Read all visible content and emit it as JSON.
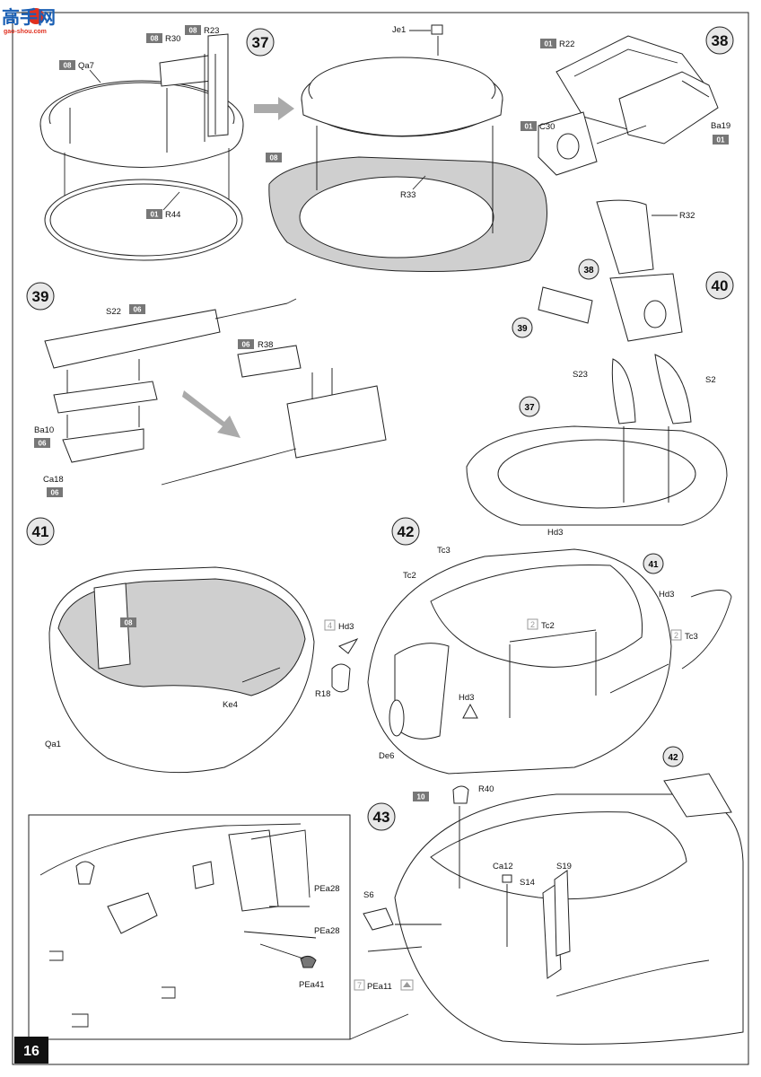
{
  "page_number": "16",
  "watermark": {
    "line1": "高手网",
    "line2": "gao-shou.com"
  },
  "steps": [
    {
      "id": "37",
      "labels": {
        "qa7": "Qa7",
        "r30": "R30",
        "r23": "R23",
        "r44": "R44",
        "je1": "Je1",
        "r33": "R33"
      },
      "sprues": {
        "qa7": "08",
        "r30": "08",
        "r23": "08",
        "r44": "01",
        "base": "08"
      }
    },
    {
      "id": "38",
      "labels": {
        "r22": "R22",
        "c30": "C30",
        "ba19": "Ba19"
      },
      "sprues": {
        "r22": "01",
        "c30": "01",
        "ba19": "01"
      }
    },
    {
      "id": "39",
      "labels": {
        "s22": "S22",
        "r38": "R38",
        "ba10": "Ba10",
        "ca18": "Ca18"
      },
      "sprues": {
        "s22": "06",
        "r38": "06",
        "ba10": "06",
        "ca18": "06"
      }
    },
    {
      "id": "40",
      "labels": {
        "r32": "R32",
        "s23": "S23",
        "s2": "S2"
      },
      "refs": [
        "38",
        "39",
        "37"
      ]
    },
    {
      "id": "41",
      "labels": {
        "ke4": "Ke4",
        "qa1": "Qa1"
      },
      "sprues": {
        "inner": "08"
      }
    },
    {
      "id": "42",
      "labels": {
        "hd3a": "Hd3",
        "tc3a": "Tc3",
        "tc2a": "Tc2",
        "hd3b": "Hd3",
        "hd3c": "Hd3",
        "r18": "R18",
        "tc2b": "Tc2",
        "tc3b": "Tc3",
        "hd3d": "Hd3",
        "de6": "De6"
      },
      "counts": {
        "hd3": "4",
        "tc2": "2",
        "tc3": "2"
      },
      "refs": [
        "41"
      ]
    },
    {
      "id": "43",
      "labels": {
        "r40": "R40",
        "ca12": "Ca12",
        "s14": "S14",
        "s19": "S19",
        "s6": "S6",
        "pea11": "PEa11"
      },
      "sprues": {
        "r40": "10"
      },
      "counts": {
        "pea11": "7"
      },
      "refs": [
        "42"
      ]
    }
  ],
  "detail_box": {
    "labels": {
      "pea28a": "PEa28",
      "pea28b": "PEa28",
      "pea41": "PEa41"
    }
  }
}
